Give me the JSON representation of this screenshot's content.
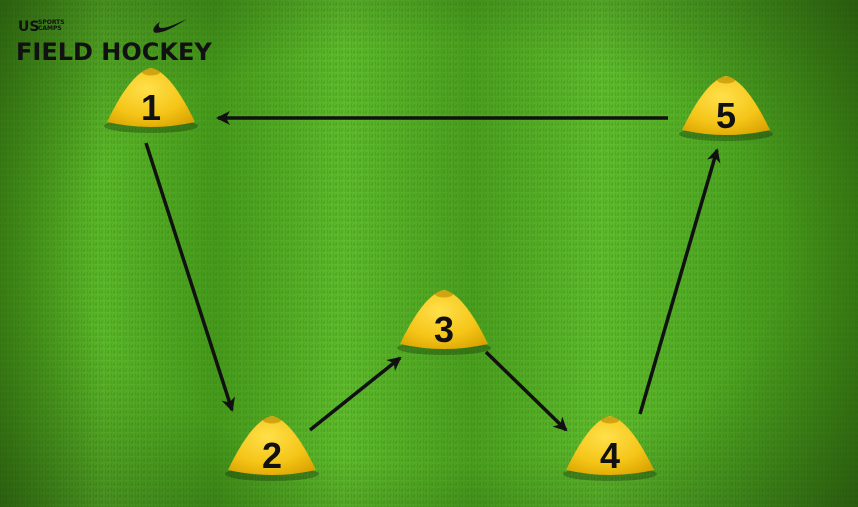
{
  "brand": {
    "us": "US",
    "sports_line1": "SPORTS",
    "sports_line2": "CAMPS",
    "title": "FIELD HOCKEY",
    "swoosh_icon": "nike-swoosh-icon",
    "text_color": "#111111"
  },
  "cones": [
    {
      "label": "1"
    },
    {
      "label": "2"
    },
    {
      "label": "3"
    },
    {
      "label": "4"
    },
    {
      "label": "5"
    }
  ],
  "arrows": [
    {
      "from": "1",
      "to": "2"
    },
    {
      "from": "2",
      "to": "3"
    },
    {
      "from": "3",
      "to": "4"
    },
    {
      "from": "4",
      "to": "5"
    },
    {
      "from": "5",
      "to": "1"
    }
  ],
  "colors": {
    "grass_light": "#5cb82a",
    "grass_dark": "#3f8a16",
    "cone_yellow": "#f5c518",
    "cone_shadow": "#d9a300",
    "arrow": "#111111"
  }
}
